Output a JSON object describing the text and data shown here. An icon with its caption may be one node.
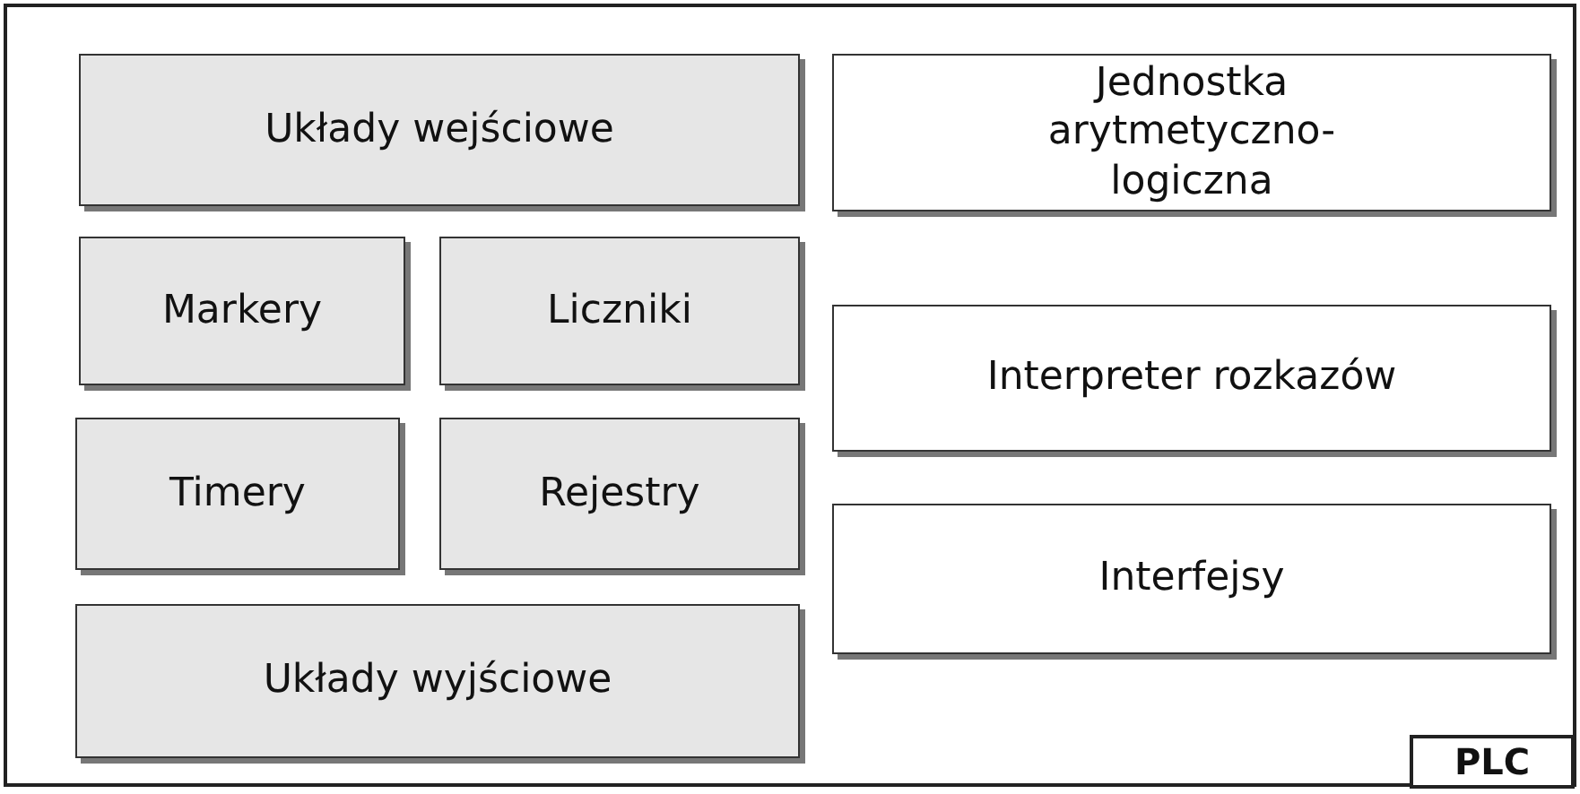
{
  "diagram": {
    "nodes": [
      {
        "text": [],
        "shape": "box"
      },
      {
        "text": [
          "Układy wejściowe"
        ],
        "in": 0
      },
      {
        "text": [
          "Markery"
        ],
        "in": 0
      },
      {
        "text": [
          "Liczniki"
        ],
        "in": 0
      },
      {
        "text": [
          "Timery"
        ],
        "in": 0
      },
      {
        "text": [
          "Rejestry"
        ],
        "in": 0
      },
      {
        "text": [
          "Układy wyjściowe"
        ],
        "in": 0
      },
      {
        "text": [
          "Jednostka arytmetyczno-logiczna"
        ],
        "in": 0
      },
      {
        "text": [
          "Interpreter rozkazów"
        ],
        "in": 0
      },
      {
        "text": [
          "Interfejsy"
        ],
        "in": 0
      },
      {
        "text": [
          "PLC"
        ],
        "in": 0
      }
    ]
  }
}
